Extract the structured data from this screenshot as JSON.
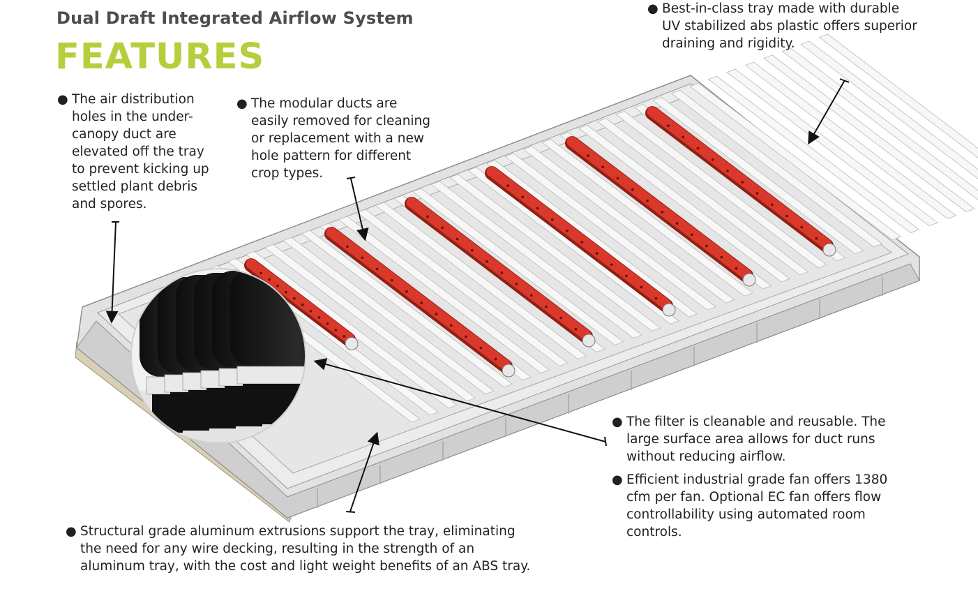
{
  "header": {
    "subtitle": "Dual Draft Integrated Airflow System",
    "title": "FEATURES"
  },
  "colors": {
    "title_green": "#b5cf3c",
    "subtitle_gray": "#4d4d4f",
    "duct_red": "#d9382a",
    "tray_gray": "#dcdcdc",
    "fan_black": "#1a1a1a"
  },
  "bullet_glyph": "●",
  "callouts": {
    "tray": [
      "Best-in-class tray made with durable",
      "UV stabilized abs plastic offers superior",
      "draining and rigidity."
    ],
    "holes": [
      "The air distribution",
      "holes in the under-",
      "canopy duct are",
      "elevated off the tray",
      "to prevent kicking up",
      "settled plant debris",
      "and spores."
    ],
    "ducts": [
      "The modular ducts are",
      "easily removed for cleaning",
      "or replacement with a new",
      "hole pattern for different",
      "crop types."
    ],
    "filter": [
      "The filter is cleanable and reusable.  The",
      "large surface area allows for duct runs",
      "without reducing airflow."
    ],
    "fan": [
      "Efficient industrial grade fan offers 1380",
      "cfm per fan.  Optional EC fan offers flow",
      "controllability using automated room",
      "controls."
    ],
    "extrusions": [
      "Structural grade aluminum extrusions support the tray, eliminating",
      "the need for any wire decking, resulting in the strength of an",
      "aluminum tray, with the cost and light weight benefits of an ABS tray."
    ]
  }
}
